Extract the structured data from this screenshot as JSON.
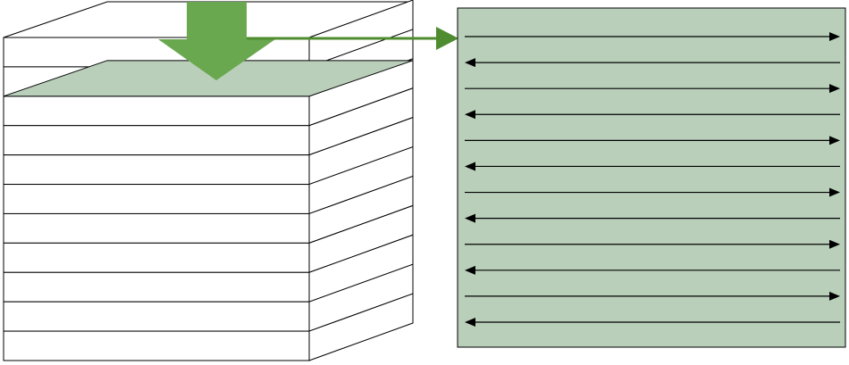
{
  "diagram": {
    "layer_stack": {
      "layer_count": 11,
      "highlighted_layer": 2
    },
    "scan_panel": {
      "pass_count": 12,
      "first_pass_direction": "right",
      "pattern": "alternating"
    },
    "colors": {
      "layer_fill": "#b9cfba",
      "panel_fill": "#b9cfba",
      "down_arrow": "#6aa84f",
      "connector_arrow": "#4e8c2f",
      "line": "#000000"
    }
  }
}
